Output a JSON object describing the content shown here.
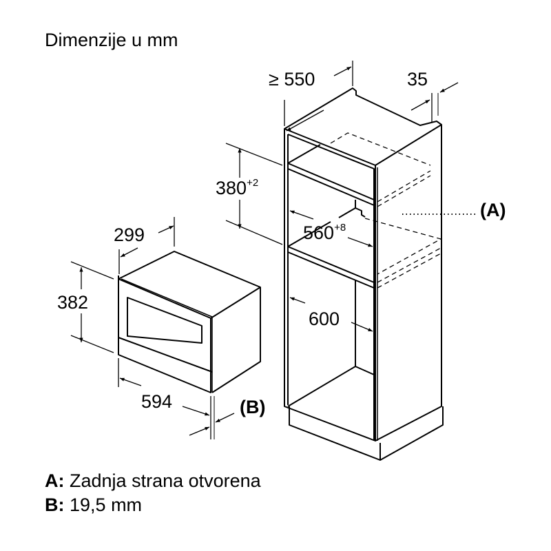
{
  "title": "Dimenzije u mm",
  "dimensions": {
    "cabinet_depth": "≥ 550",
    "offset_35": "35",
    "niche_height": "380",
    "niche_height_tol": "+2",
    "niche_width": "560",
    "niche_width_tol": "+8",
    "cabinet_width": "600",
    "appliance_depth": "299",
    "appliance_height": "382",
    "appliance_width": "594"
  },
  "markers": {
    "a": "(A)",
    "b": "(B)"
  },
  "legend": [
    {
      "key": "A:",
      "text": "Zadnja strana otvorena"
    },
    {
      "key": "B:",
      "text": "19,5 mm"
    }
  ]
}
